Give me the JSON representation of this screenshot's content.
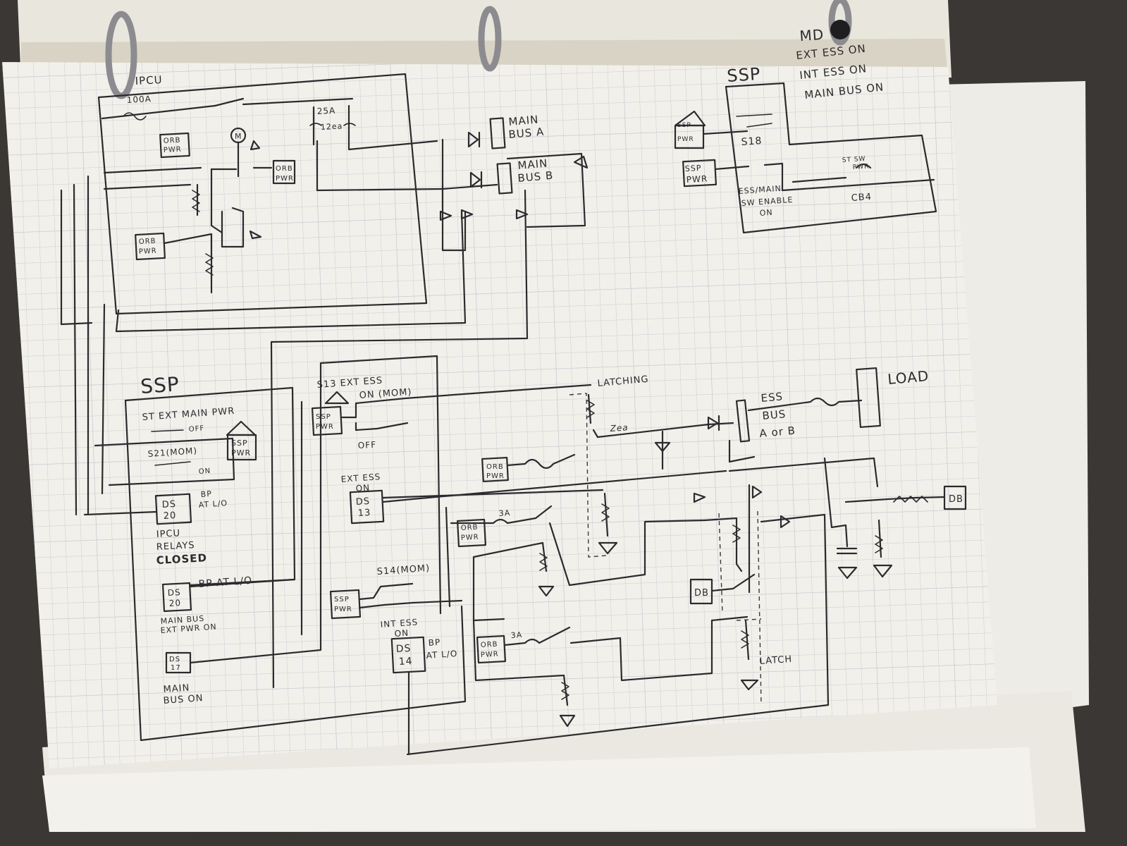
{
  "labels": {
    "ipcu": "IPCU",
    "amp100": "100A",
    "orb_pwr": "ORB\nPWR",
    "ssp_pwr": "SSP\nPWR",
    "motor": "M",
    "fuse25": "25A",
    "fuse25b": "12ea",
    "main_bus_a": "MAIN\nBUS A",
    "main_bus_b": "MAIN\nBUS B",
    "ssp_top": "SSP",
    "md": "MD",
    "mode_lines": [
      "EXT ESS ON",
      "INT ESS ON",
      "MAIN BUS ON"
    ],
    "s18": "S18",
    "st_sw_pwr": "ST SW\nPWR",
    "ess_main": "ESS/MAIN\nSW ENABLE\nON",
    "cb4": "CB4",
    "ssp_left": "SSP",
    "st_ext_main_pwr": "ST EXT MAIN PWR",
    "off": "OFF",
    "on": "ON",
    "s21": "S21(MOM)",
    "ds20": "DS\n20",
    "bp_at_lo": "BP\nAT L/O",
    "ipcu_relays": "IPCU\nRELAYS\nCLOSED",
    "ds20b": "DS\n20",
    "bp_at_lo2": "BP AT L/O",
    "main_bus_ext": "MAIN BUS\nEXT PWR ON",
    "ds17": "DS\n17",
    "main_bus_on": "MAIN\nBUS ON",
    "s13_ext_ess": "S13  EXT ESS\nON  (MOM)",
    "off2": "OFF",
    "ext_ess_on": "EXT ESS\nON",
    "ds13": "DS\n13",
    "s14": "S14(MOM)",
    "int_ess_on": "INT ESS\nON",
    "ds14": "DS\n14",
    "bp_at_lo3": "BP\nAT L/O",
    "amp3a": "3A",
    "amp3b": "3A",
    "latching": "LATCHING",
    "zea": "Zea",
    "ess_bus": "ESS\nBUS\nA or B",
    "load": "LOAD",
    "latch": "LATCH",
    "db": "DB"
  },
  "colors": {
    "background": "#3a3734",
    "paper": "#f2f0ea",
    "grid": "#c9cdd6",
    "ink": "#2b2b2e",
    "binder_ring": "#9a9a9e"
  },
  "icons": [
    "binder-ring-icon",
    "ground-symbol-icon",
    "diode-icon",
    "resistor-icon",
    "switch-icon",
    "fuse-icon"
  ]
}
